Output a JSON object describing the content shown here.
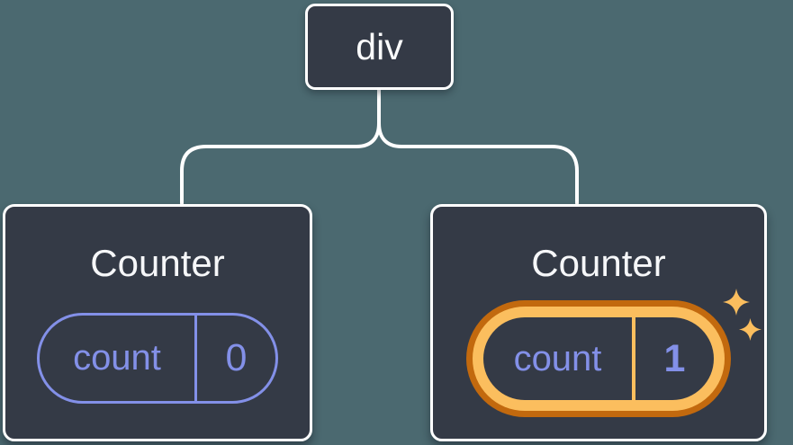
{
  "diagram": {
    "description": "React component tree: a div root with two Counter children; the second Counter's count state was updated",
    "tree": {
      "root_label": "div"
    },
    "left_counter": {
      "title": "Counter",
      "state_key": "count",
      "state_value": "0",
      "highlighted": false
    },
    "right_counter": {
      "title": "Counter",
      "state_key": "count",
      "state_value": "1",
      "highlighted": true
    }
  },
  "icons": {
    "sparkle_large": "sparkle-icon",
    "sparkle_small": "sparkle-icon"
  },
  "colors": {
    "background_teal": "#4B6970",
    "node_bg": "#343A46",
    "border_white": "#FFFFFF",
    "title_text": "#F6F7F9",
    "state_purple": "#8390E8",
    "highlight_orange_light": "#FBBE5E",
    "highlight_orange_dark": "#C2690E"
  }
}
